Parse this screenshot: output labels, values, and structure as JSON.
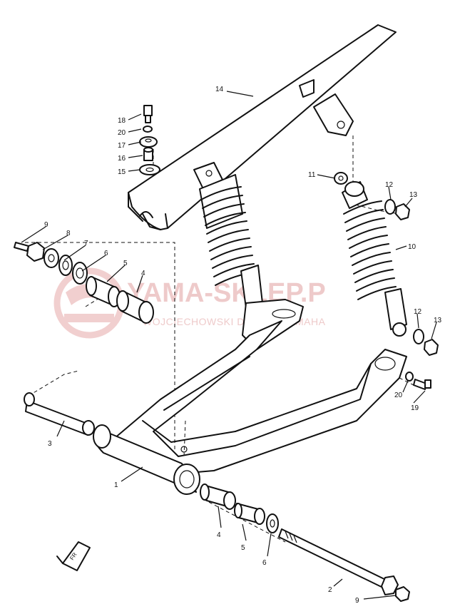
{
  "watermark": {
    "line1": "YAMA-SKLEP.P",
    "line2": "WOJCIECHOWSKI DEALER YAMAHA"
  },
  "callouts": {
    "p1": "1",
    "p2": "2",
    "p3": "3",
    "p4a": "4",
    "p4b": "4",
    "p5a": "5",
    "p5b": "5",
    "p6a": "6",
    "p6b": "6",
    "p7": "7",
    "p8": "8",
    "p9a": "9",
    "p9b": "9",
    "p10": "10",
    "p11": "11",
    "p12a": "12",
    "p12b": "12",
    "p13a": "13",
    "p13b": "13",
    "p14": "14",
    "p15": "15",
    "p16": "16",
    "p17": "17",
    "p18": "18",
    "p19": "19",
    "p20a": "20",
    "p20b": "20"
  }
}
